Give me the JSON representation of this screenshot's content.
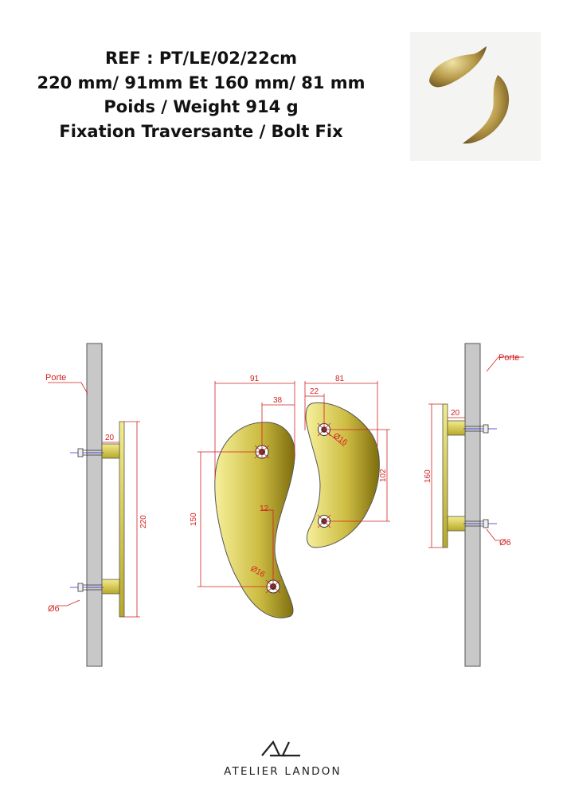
{
  "header": {
    "lines": [
      "REF : PT/LE/02/22cm",
      "220 mm/ 91mm Et 160 mm/ 81 mm",
      "Poids /  Weight 914 g",
      "Fixation Traversante / Bolt Fix"
    ]
  },
  "photo": {
    "icon": "brass-handle-photo"
  },
  "drawing": {
    "left": {
      "door_label": "Porte",
      "standoff": "20",
      "length": "220",
      "bolt": "Ø6"
    },
    "front": {
      "width_large": "91",
      "hole_offset": "38",
      "hole_to_hole": "150",
      "offset_12": "12",
      "hole_dia_large": "Ø16",
      "width_small": "81",
      "hole_offset_small": "22",
      "hole_dia_small": "Ø16",
      "hole_to_hole_small": "102"
    },
    "right": {
      "door_label": "Porte",
      "standoff": "20",
      "length": "160",
      "bolt": "Ø6"
    }
  },
  "colors": {
    "dim": "#d42020",
    "door": "#c8c8c8",
    "brass_light": "#f3ec96",
    "brass_dark": "#8a7a10"
  },
  "footer": {
    "brand": "ATELIER LANDON"
  }
}
